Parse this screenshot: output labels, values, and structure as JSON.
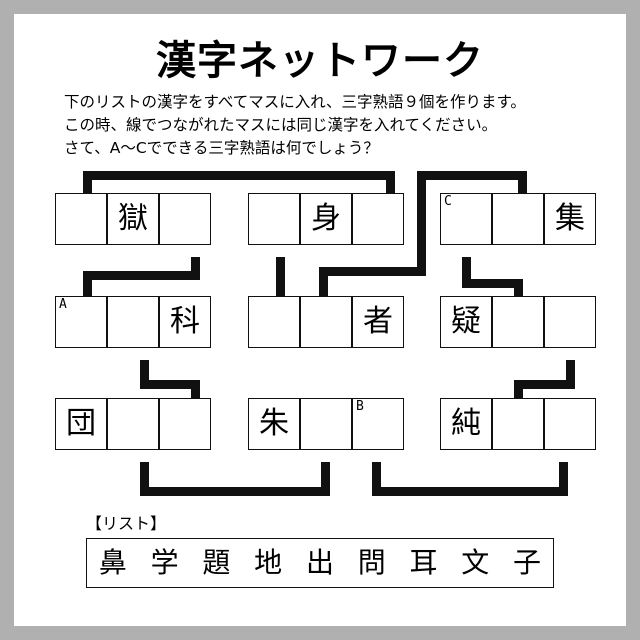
{
  "title": "漢字ネットワーク",
  "instructions": [
    "下のリストの漢字をすべてマスに入れ、三字熟語９個を作ります。",
    "この時、線でつながれたマスには同じ漢字を入れてください。",
    "さて、A〜Cでできる三字熟語は何でしょう？"
  ],
  "grid": {
    "rows": [
      {
        "row_index": 1,
        "groups": [
          {
            "group_index": 1,
            "cells": [
              {
                "char": "",
                "tag": ""
              },
              {
                "char": "獄",
                "tag": ""
              },
              {
                "char": "",
                "tag": ""
              }
            ]
          },
          {
            "group_index": 2,
            "cells": [
              {
                "char": "",
                "tag": ""
              },
              {
                "char": "身",
                "tag": ""
              },
              {
                "char": "",
                "tag": ""
              }
            ]
          },
          {
            "group_index": 3,
            "cells": [
              {
                "char": "",
                "tag": "C"
              },
              {
                "char": "",
                "tag": ""
              },
              {
                "char": "集",
                "tag": ""
              }
            ]
          }
        ]
      },
      {
        "row_index": 2,
        "groups": [
          {
            "group_index": 1,
            "cells": [
              {
                "char": "",
                "tag": "A"
              },
              {
                "char": "",
                "tag": ""
              },
              {
                "char": "科",
                "tag": ""
              }
            ]
          },
          {
            "group_index": 2,
            "cells": [
              {
                "char": "",
                "tag": ""
              },
              {
                "char": "",
                "tag": ""
              },
              {
                "char": "者",
                "tag": ""
              }
            ]
          },
          {
            "group_index": 3,
            "cells": [
              {
                "char": "疑",
                "tag": ""
              },
              {
                "char": "",
                "tag": ""
              },
              {
                "char": "",
                "tag": ""
              }
            ]
          }
        ]
      },
      {
        "row_index": 3,
        "groups": [
          {
            "group_index": 1,
            "cells": [
              {
                "char": "団",
                "tag": ""
              },
              {
                "char": "",
                "tag": ""
              },
              {
                "char": "",
                "tag": ""
              }
            ]
          },
          {
            "group_index": 2,
            "cells": [
              {
                "char": "朱",
                "tag": ""
              },
              {
                "char": "",
                "tag": ""
              },
              {
                "char": "",
                "tag": "B"
              }
            ]
          },
          {
            "group_index": 3,
            "cells": [
              {
                "char": "純",
                "tag": ""
              },
              {
                "char": "",
                "tag": ""
              },
              {
                "char": "",
                "tag": ""
              }
            ]
          }
        ]
      }
    ]
  },
  "list": {
    "label": "【リスト】",
    "chars": [
      "鼻",
      "学",
      "題",
      "地",
      "出",
      "問",
      "耳",
      "文",
      "子"
    ]
  },
  "colors": {
    "page_background": "#ffffff",
    "outer_background": "#b0b0b0",
    "ink": "#111111"
  }
}
